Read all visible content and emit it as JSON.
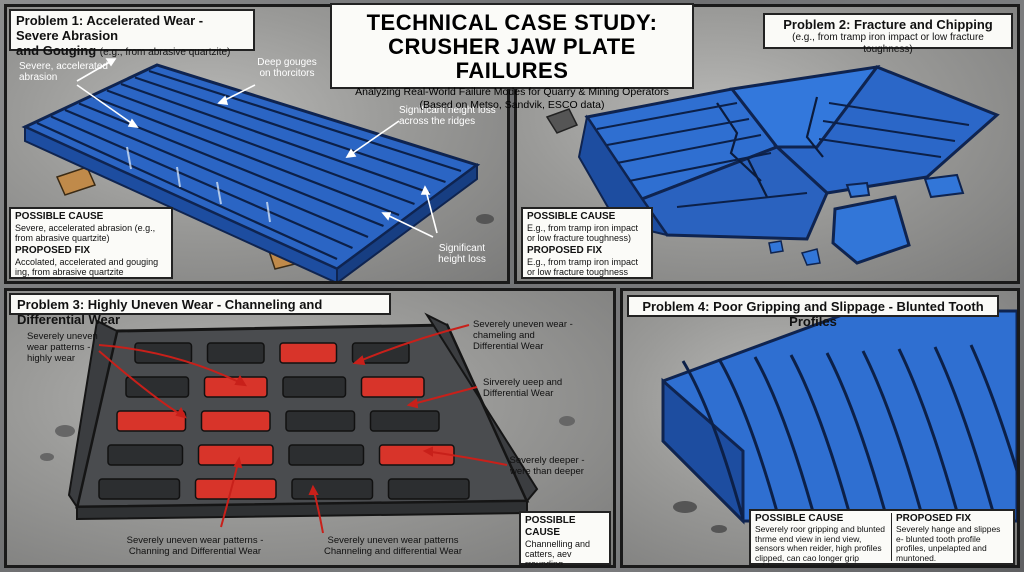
{
  "main_title": {
    "line1": "TECHNICAL CASE STUDY:",
    "line2": "CRUSHER JAW PLATE FAILURES",
    "sub1": "Analyzing Real-World Failure Modes for Quarry & Mining Operators",
    "sub2": "(Based on Metso, Sandvik, ESCO data)"
  },
  "problem1": {
    "title": "Problem 1: Accelerated Wear - Severe Abrasion",
    "title2": "and Gouging",
    "title_note": "(e.g., from abrasive quartzite)",
    "labels": {
      "abrasion": "Severe, accelerated abrasion",
      "gouges": "Deep gouges on thorcitors",
      "height_loss_ridges": "Significant height loss across the ridges",
      "height_loss": "Significant height loss"
    },
    "cause_heading": "POSSIBLE CAUSE",
    "cause_text": "Severe, accelerated abrasion (e.g., from abrasive quartzite)",
    "fix_heading": "PROPOSED FIX",
    "fix_text": "Accolated, accelerated and gouging ing, from abrasive quartzite"
  },
  "problem2": {
    "title": "Problem 2: Fracture and Chipping",
    "title_note": "(e.g., from tramp iron impact or low fracture toughness)",
    "cause_heading": "POSSIBLE CAUSE",
    "cause_text": "E.g., from tramp iron impact or low fracture toughness)",
    "fix_heading": "PROPOSED FIX",
    "fix_text": "E.g., from tramp iron impact or low fracture toughness"
  },
  "problem3": {
    "title": "Problem 3: Highly Uneven Wear - Channeling and Differential Wear",
    "labels": {
      "uneven_left": "Severely uneven wear patterns - highly wear",
      "channeling_top": "Severely uneven wear - chameling and Differential Wear",
      "ueep": "Sirverely ueep and Differential Wear",
      "deeper": "Severely deeper -were than deeper",
      "bottom_left": "Severely uneven wear patterns - Channing and Differential Wear",
      "bottom_mid": "Severely uneven wear patterns Channeling and differential Wear"
    },
    "cause_heading": "POSSIBLE CAUSE",
    "cause_text": "Channelling and catters, aev rrounding nonmmony celles."
  },
  "problem4": {
    "title": "Problem 4: Poor Gripping and Slippage - Blunted Tooth Profiles",
    "cause_heading": "POSSIBLE CAUSE",
    "cause_text": "Severely roor gripping and blunted thrme end view in iend view, sensors when reider, high profiles clipped, can cao longer grip gridge.",
    "fix_heading": "PROPOSED FIX",
    "fix_text": "Severely hange and slippes e- blunted tooth profile profiles, unpelapted and muntoned."
  },
  "colors": {
    "plate_blue": "#2f6fd1",
    "plate_dark": "#1a3f86",
    "wear_red": "#d8342a",
    "steel": "#4a4c4f"
  }
}
